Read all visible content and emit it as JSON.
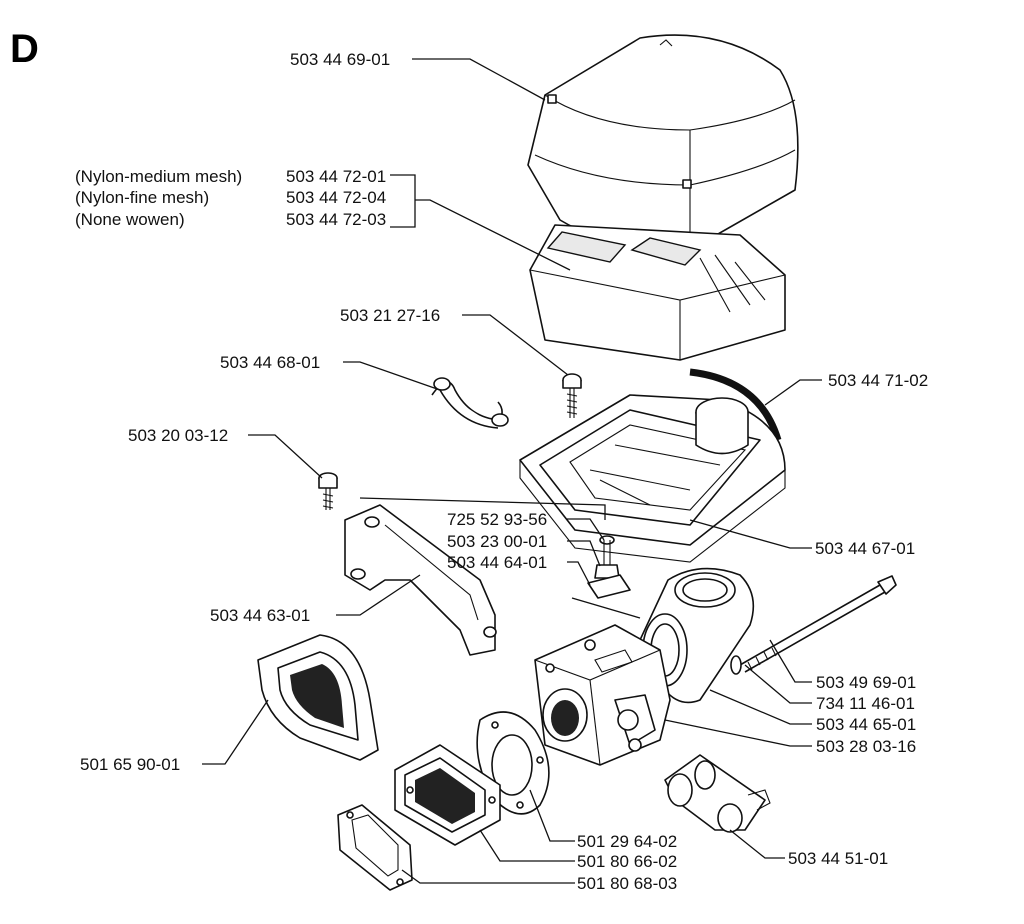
{
  "section_letter": "D",
  "labels": {
    "cover": "503 44 69-01",
    "filter_medium_desc": "(Nylon-medium mesh)",
    "filter_medium": "503 44 72-01",
    "filter_fine_desc": "(Nylon-fine mesh)",
    "filter_fine": "503 44 72-04",
    "filter_none_desc": "(None wowen)",
    "filter_none": "503 44 72-03",
    "screw_top": "503 21 27-16",
    "spring_clip": "503 44 68-01",
    "seal_strip": "503 44 71-02",
    "screw_left": "503 20 03-12",
    "screw_stud": "725 52 93-56",
    "nut": "503 23 00-01",
    "block": "503 44 64-01",
    "filter_base": "503 44 67-01",
    "bracket": "503 44 63-01",
    "bolt": "503 49 69-01",
    "washer": "734 11 46-01",
    "intake_elbow": "503 44 65-01",
    "carburetor": "503 28 03-16",
    "rubber_boot": "501 65 90-01",
    "gasket_round": "501 29 64-02",
    "spacer": "501 80 66-02",
    "gasket_flat": "501 80 68-03",
    "fuel_pipe": "503 44 51-01"
  }
}
